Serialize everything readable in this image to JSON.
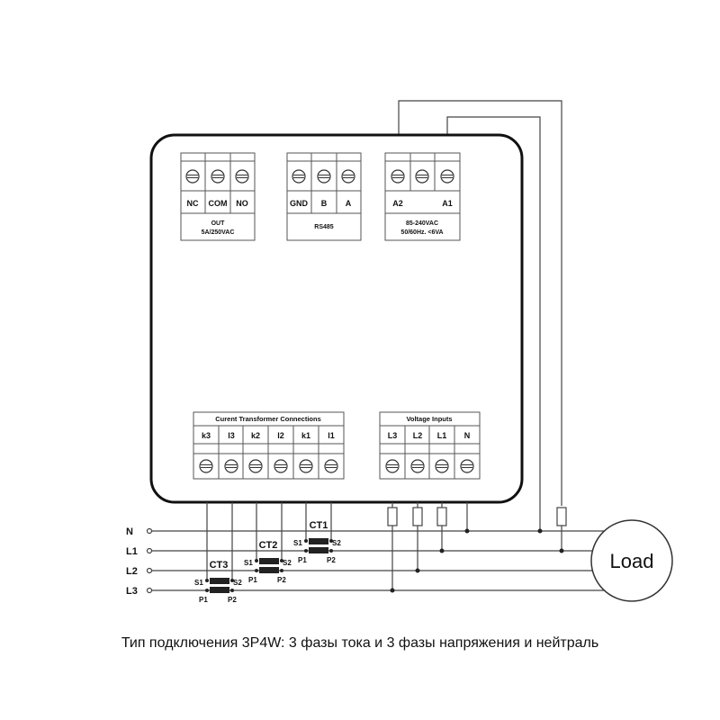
{
  "relay": {
    "labels": [
      "NC",
      "COM",
      "NO"
    ],
    "caption1": "OUT",
    "caption2": "5A/250VAC"
  },
  "rs485": {
    "labels": [
      "GND",
      "B",
      "A"
    ],
    "caption1": "RS485"
  },
  "power": {
    "labels": [
      "A2",
      "",
      "A1"
    ],
    "caption1": "85-240VAC",
    "caption2": "50/60Hz. <6VA"
  },
  "ct_block": {
    "title": "Curent Transformer Connections",
    "labels": [
      "k3",
      "l3",
      "k2",
      "l2",
      "k1",
      "l1"
    ]
  },
  "voltage_block": {
    "title": "Voltage Inputs",
    "labels": [
      "L3",
      "L2",
      "L1",
      "N"
    ]
  },
  "lines": [
    "N",
    "L1",
    "L2",
    "L3"
  ],
  "transformers": [
    {
      "name": "CT1",
      "s1": "S1",
      "s2": "S2",
      "p1": "P1",
      "p2": "P2"
    },
    {
      "name": "CT2",
      "s1": "S1",
      "s2": "S2",
      "p1": "P1",
      "p2": "P2"
    },
    {
      "name": "CT3",
      "s1": "S1",
      "s2": "S2",
      "p1": "P1",
      "p2": "P2"
    }
  ],
  "load_label": "Load",
  "caption": "Тип подключения 3P4W: 3 фазы тока и 3 фазы напряжения и нейтраль"
}
